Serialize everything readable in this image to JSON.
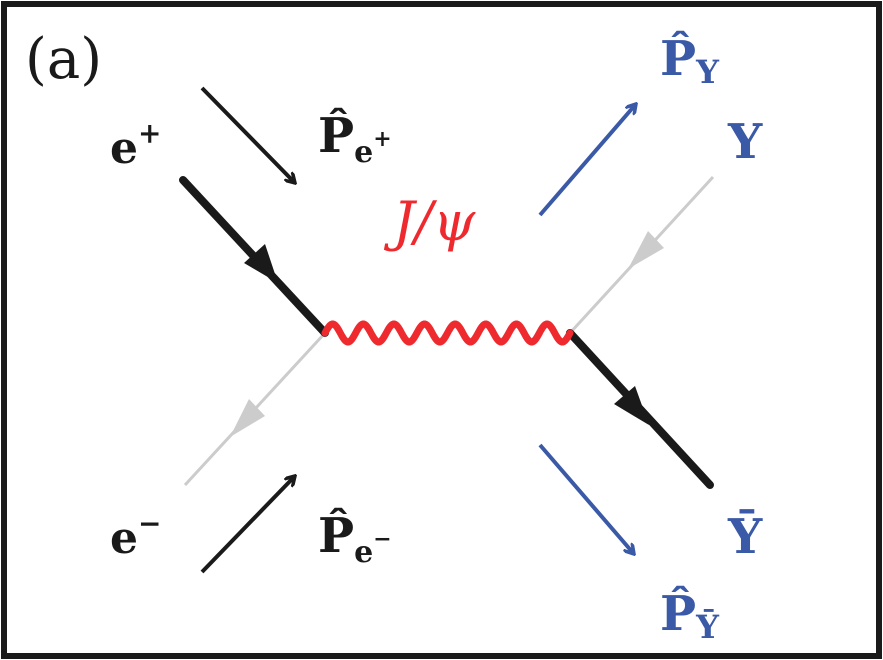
{
  "panel_label": "(a)",
  "colors": {
    "frame": "#1a1a1a",
    "ink": "#1a1a1a",
    "boson": "#ee2a2f",
    "outgoing": "#3a59a6",
    "ghost": "#cccccc"
  },
  "labels": {
    "positron": {
      "base": "e",
      "sup": "+"
    },
    "electron": {
      "base": "e",
      "sup": "−"
    },
    "boson": "J/ψ",
    "hyperon": "Y",
    "antihyperon": "Ȳ",
    "p_positron": {
      "base": "P̂",
      "sub": "e",
      "subsup": "+"
    },
    "p_electron": {
      "base": "P̂",
      "sub": "e",
      "subsup": "−"
    },
    "p_hyperon": {
      "base": "P̂",
      "sub": "Y"
    },
    "p_antihyperon": {
      "base": "P̂",
      "sub": "Ȳ"
    }
  },
  "icons": {
    "fermion_arrow": "filled-triangle-arrowhead",
    "momentum_arrow": "open-chevron-arrowhead",
    "boson_line": "wavy-line"
  }
}
